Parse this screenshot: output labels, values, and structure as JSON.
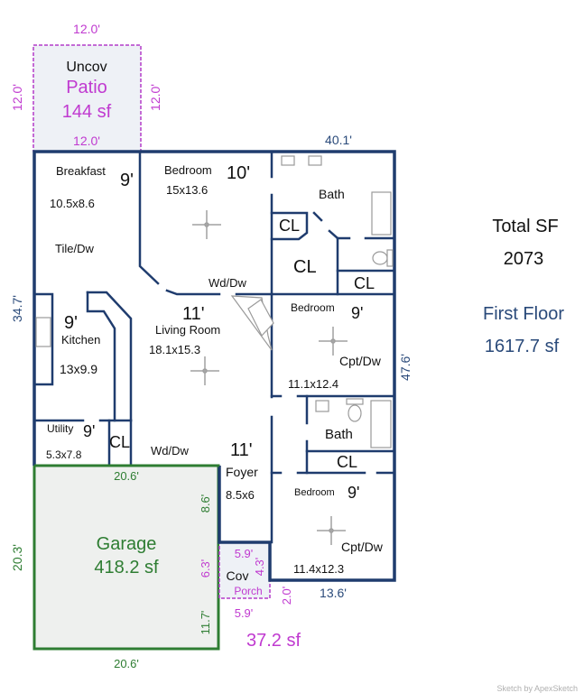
{
  "summary": {
    "total_label": "Total SF",
    "total_value": "2073",
    "floor_label": "First Floor",
    "floor_value": "1617.7 sf"
  },
  "watermark": "Sketch by ApexSketch",
  "colors": {
    "wall": "#1f3c6e",
    "patio": "#c03ad0",
    "garage": "#2e7d32",
    "summary_blue": "#2a4a7a"
  },
  "patio": {
    "title": "Uncov",
    "name": "Patio",
    "area": "144 sf",
    "dim_top": "12.0'",
    "dim_bottom": "12.0'",
    "dim_left": "12.0'",
    "dim_right": "12.0'"
  },
  "house": {
    "dim_top": "40.1'",
    "dim_left": "34.7'",
    "dim_right": "47.6'",
    "dim_bottom_right": "13.6'"
  },
  "rooms": {
    "breakfast": {
      "name": "Breakfast",
      "ceiling": "9'",
      "size": "10.5x8.6",
      "floor": "Tile/Dw"
    },
    "bedroom1": {
      "name": "Bedroom",
      "ceiling": "10'",
      "size": "15x13.6"
    },
    "bath1": {
      "name": "Bath"
    },
    "cl1": "CL",
    "cl2": "CL",
    "cl3": "CL",
    "hall_floor": "Wd/Dw",
    "living": {
      "name": "Living Room",
      "ceiling": "11'",
      "size": "18.1x15.3"
    },
    "kitchen": {
      "name": "Kitchen",
      "ceiling": "9'",
      "size": "13x9.9"
    },
    "bedroom2": {
      "name": "Bedroom",
      "ceiling": "9'",
      "floor": "Cpt/Dw",
      "size": "11.1x12.4"
    },
    "bath2": {
      "name": "Bath"
    },
    "cl4": "CL",
    "utility": {
      "name": "Utility",
      "ceiling": "9'",
      "size": "5.3x7.8"
    },
    "cl5": "CL",
    "foyer_floor": "Wd/Dw",
    "foyer": {
      "name": "Foyer",
      "ceiling": "11'",
      "size": "8.5x6"
    },
    "bedroom3": {
      "name": "Bedroom",
      "ceiling": "9'",
      "floor": "Cpt/Dw",
      "size": "11.4x12.3"
    }
  },
  "garage": {
    "name": "Garage",
    "area": "418.2 sf",
    "dim_top": "20.6'",
    "dim_bottom": "20.6'",
    "dim_left": "20.3'",
    "dim_right_upper": "8.6'",
    "dim_right_lower": "11.7'",
    "dim_right_porch": "6.3'"
  },
  "porch": {
    "title": "Cov",
    "name": "Porch",
    "area": "37.2 sf",
    "dim_top": "5.9'",
    "dim_bottom": "5.9'",
    "dim_right": "4.3'",
    "dim_offset": "2.0'"
  }
}
